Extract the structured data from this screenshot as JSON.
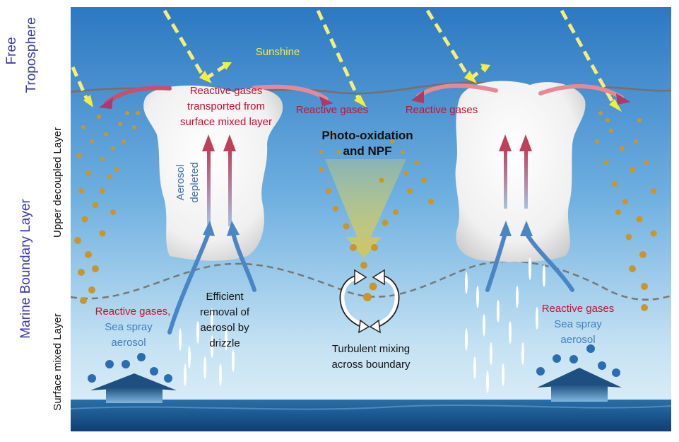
{
  "side_labels": {
    "free_line1": "Free",
    "free_line2": "Troposphere",
    "mbl": "Marine Boundary Layer",
    "udl": "Upper decoupled Layer",
    "sml": "Surface mixed Layer"
  },
  "labels": {
    "sunshine": "Sunshine",
    "reactive_transport_l1": "Reactive gases",
    "reactive_transport_l2": "transported from",
    "reactive_transport_l3": "surface mixed layer",
    "reactive_mid_left": "Reactive gases",
    "reactive_mid_right": "Reactive gases",
    "photo_l1": "Photo-oxidation",
    "photo_l2": "and NPF",
    "aerosol_l1": "Aerosol",
    "aerosol_l2": "depleted",
    "efficient_l1": "Efficient",
    "efficient_l2": "removal of",
    "efficient_l3": "aerosol by",
    "efficient_l4": "drizzle",
    "turbulent_l1": "Turbulent mixing",
    "turbulent_l2": "across boundary",
    "left_reactive": "Reactive gases,",
    "left_sea_l1": "Sea spray",
    "left_sea_l2": "aerosol",
    "right_reactive": "Reactive gases",
    "right_sea_l1": "Sea spray",
    "right_sea_l2": "aerosol"
  },
  "colors": {
    "sky_top": "#2f7fc8",
    "sky_bottom": "#d9ecf6",
    "sea": "#1d5f9a",
    "label_purple": "#3a3ab0",
    "reactive_red": "#c8102e",
    "sea_spray_blue": "#3f7fc0",
    "sunshine_yellow": "#f5ef3a",
    "aerosol_dot": "#c9962a"
  }
}
